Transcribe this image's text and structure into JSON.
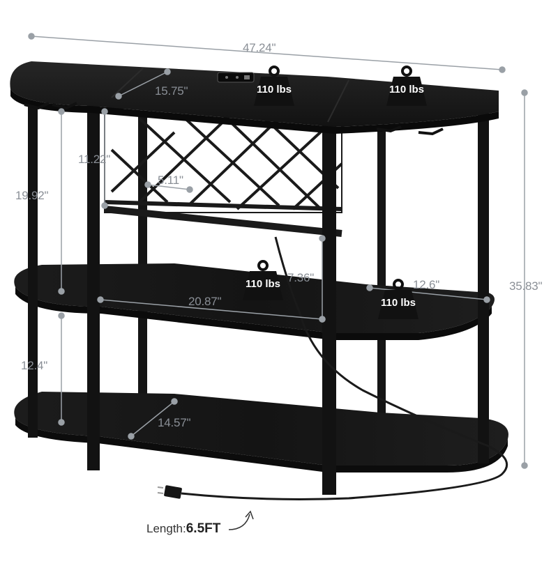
{
  "dimensions": {
    "width_total": "47.24\"",
    "top_depth": "15.75\"",
    "rack_height": "11.22\"",
    "rack_cell": "5.11\"",
    "side_upper_height": "19.92\"",
    "middle_gap": "7.36\"",
    "middle_width": "20.87\"",
    "side_depth": "12.6\"",
    "overall_height": "35.83\"",
    "bottom_gap": "12.4\"",
    "bottom_depth": "14.57\""
  },
  "weights": {
    "top_left": "110 lbs",
    "top_right": "110 lbs",
    "middle_center": "110 lbs",
    "middle_right": "110 lbs"
  },
  "cord": {
    "label": "Length:",
    "value": "6.5FT"
  },
  "colors": {
    "furniture": "#161616",
    "furniture_edge": "#2a2a2a",
    "dimension": "#8a8f96",
    "weight_icon": "#111111"
  }
}
